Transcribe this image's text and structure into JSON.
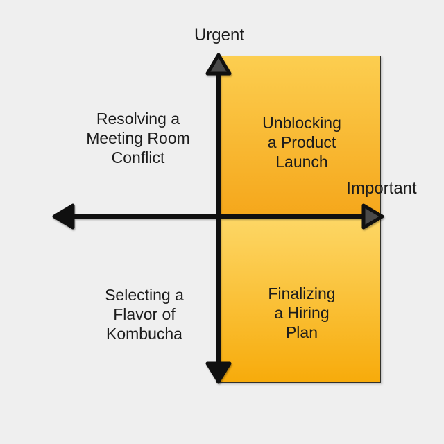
{
  "matrix": {
    "vertical_axis_label": "Urgent",
    "horizontal_axis_label": "Important",
    "quadrants": {
      "top_left": {
        "position": "urgent-not-important",
        "highlighted": false,
        "lines": [
          "Resolving a",
          "Meeting Room",
          "Conflict"
        ]
      },
      "top_right": {
        "position": "urgent-important",
        "highlighted": true,
        "lines": [
          "Unblocking",
          "a Product",
          "Launch"
        ]
      },
      "bottom_left": {
        "position": "not-urgent-not-important",
        "highlighted": false,
        "lines": [
          "Selecting a",
          "Flavor of",
          "Kombucha"
        ]
      },
      "bottom_right": {
        "position": "important-not-urgent",
        "highlighted": true,
        "lines": [
          "Finalizing",
          "a Hiring",
          "Plan"
        ]
      }
    }
  },
  "colors": {
    "background": "#EFEFEF",
    "text": "#1C1C1C",
    "axis": "#101010",
    "arrowhead_fill": "#4A4A4A",
    "box_border": "#33312A",
    "box_gradient_top_start": "#FCCE50",
    "box_gradient_top_end": "#F5A71B",
    "box_gradient_bottom_start": "#FDD766",
    "box_gradient_bottom_end": "#F7AB0B"
  }
}
